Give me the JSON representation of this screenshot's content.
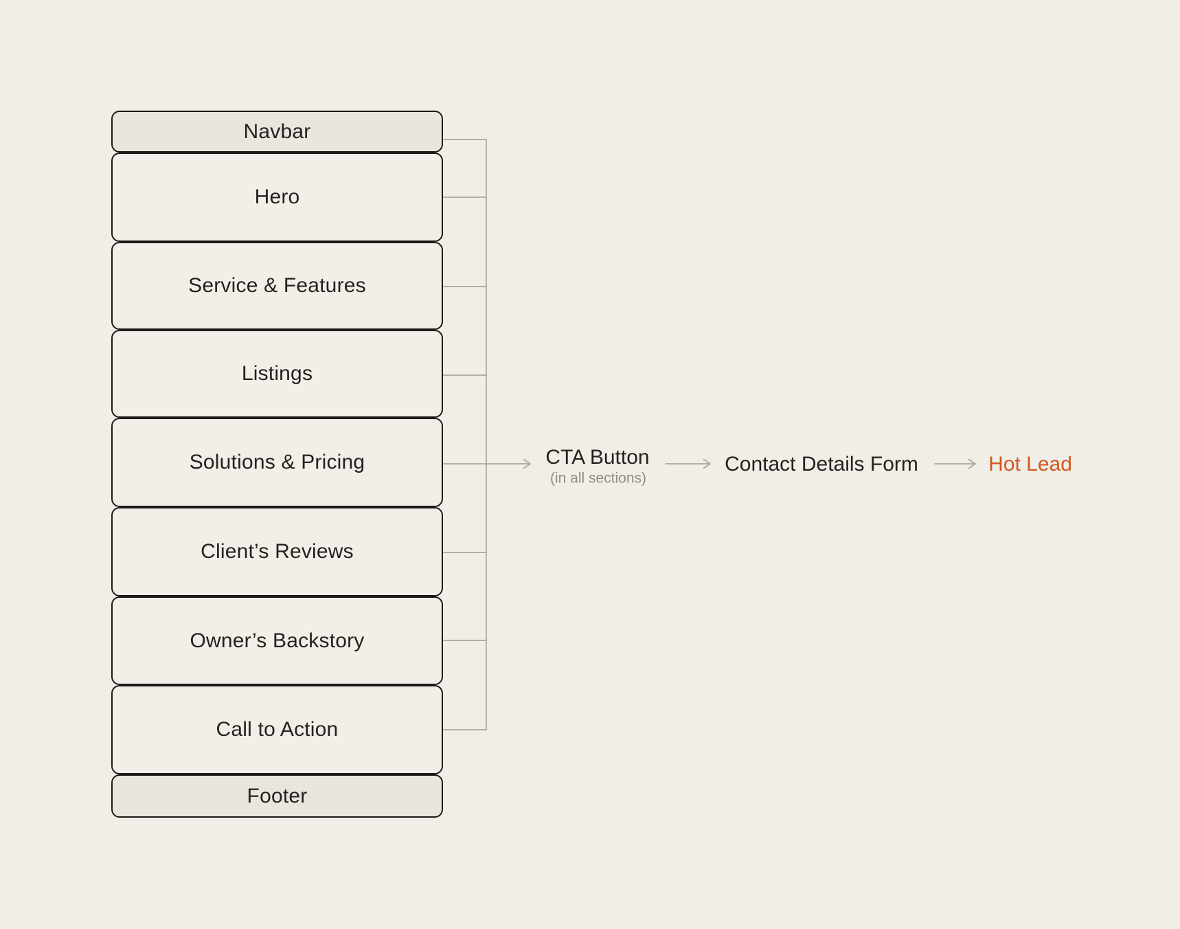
{
  "diagram": {
    "sections": [
      {
        "label": "Navbar",
        "variant": "bar"
      },
      {
        "label": "Hero",
        "variant": "section"
      },
      {
        "label": "Service & Features",
        "variant": "section"
      },
      {
        "label": "Listings",
        "variant": "section"
      },
      {
        "label": "Solutions & Pricing",
        "variant": "section"
      },
      {
        "label": "Client’s Reviews",
        "variant": "section"
      },
      {
        "label": "Owner’s Backstory",
        "variant": "section"
      },
      {
        "label": "Call to Action",
        "variant": "section"
      },
      {
        "label": "Footer",
        "variant": "bar"
      }
    ],
    "flow": {
      "cta_label": "CTA Button",
      "cta_note": "(in all sections)",
      "form_label": "Contact Details Form",
      "lead_label": "Hot Lead"
    },
    "colors": {
      "background": "#f1eee7",
      "section_fill": "#f2efe9",
      "bar_fill": "#e9e6df",
      "border": "#1c1a17",
      "connector": "#a9a6a0",
      "text": "#24221e",
      "note_text": "#8f8c86",
      "hot_lead": "#d2571d"
    }
  }
}
